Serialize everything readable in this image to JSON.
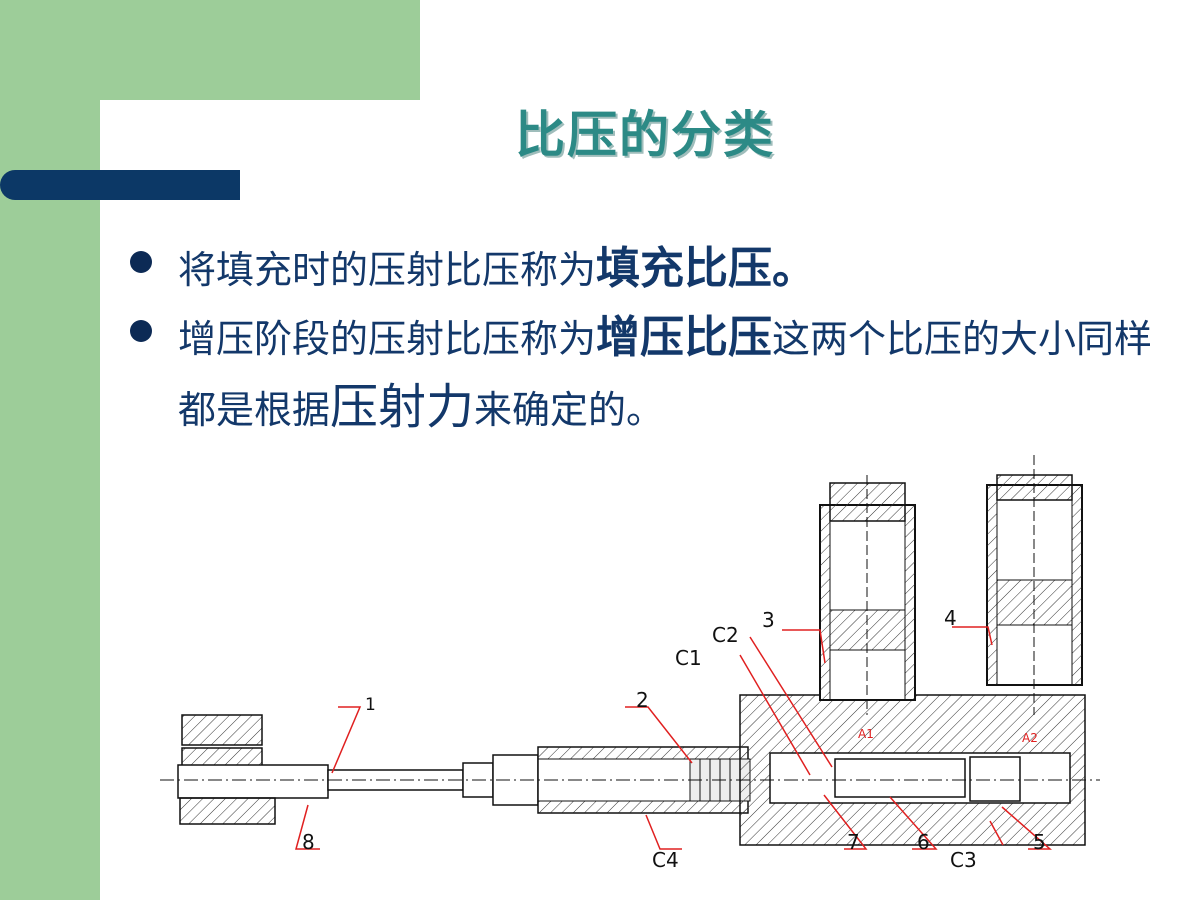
{
  "slide": {
    "title": "比压的分类",
    "bullets": [
      {
        "before": "将填充时的压射比压称为",
        "emphasis": "填充比压。",
        "after": ""
      },
      {
        "before": "增压阶段的压射比压称为",
        "emphasis": "增压比压",
        "after": "这两个比压的大小同样都是根据",
        "emphasis2": "压射力",
        "after2": "来确定的。"
      }
    ]
  },
  "diagram": {
    "labels": {
      "n1": "1",
      "n2": "2",
      "n3": "3",
      "n4": "4",
      "n5": "5",
      "n6": "6",
      "n7": "7",
      "n8": "8",
      "c1": "C1",
      "c2": "C2",
      "c3": "C3",
      "c4": "C4",
      "a1": "A1",
      "a2": "A2"
    }
  },
  "colors": {
    "green": "#9dcd99",
    "navy": "#0c3866",
    "title": "#2c8a86",
    "text": "#13386a",
    "leader": "#e02020"
  }
}
